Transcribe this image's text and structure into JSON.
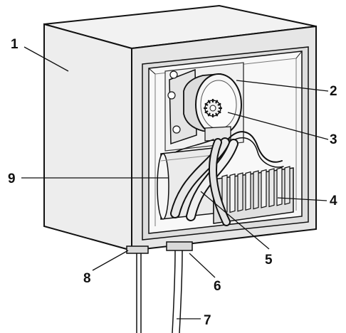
{
  "callouts": [
    {
      "id": "1",
      "label": "1"
    },
    {
      "id": "2",
      "label": "2"
    },
    {
      "id": "3",
      "label": "3"
    },
    {
      "id": "4",
      "label": "4"
    },
    {
      "id": "5",
      "label": "5"
    },
    {
      "id": "6",
      "label": "6"
    },
    {
      "id": "7",
      "label": "7"
    },
    {
      "id": "8",
      "label": "8"
    },
    {
      "id": "9",
      "label": "9"
    }
  ],
  "colors": {
    "line": "#111111",
    "face_light": "#f4f4f4",
    "face_mid": "#e2e2e2",
    "face_dark": "#cfcfcf",
    "interior": "#f8f8f8"
  }
}
